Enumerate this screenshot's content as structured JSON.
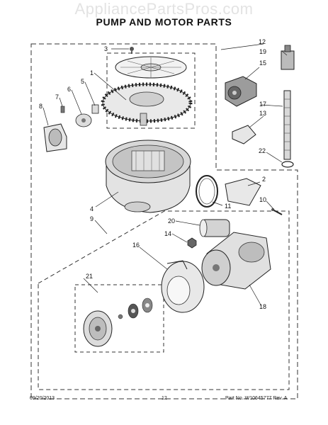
{
  "watermark": "AppliancePartsPros.com",
  "title": "PUMP AND MOTOR PARTS",
  "callouts": [
    "1",
    "2",
    "3",
    "4",
    "5",
    "6",
    "7",
    "8",
    "9",
    "10",
    "11",
    "12",
    "13",
    "14",
    "15",
    "16",
    "17",
    "18",
    "19",
    "20",
    "21",
    "22"
  ],
  "footer": {
    "date": "09/20/2013",
    "page": "12",
    "part_no": "Part No. W10645777  Rev. A"
  }
}
